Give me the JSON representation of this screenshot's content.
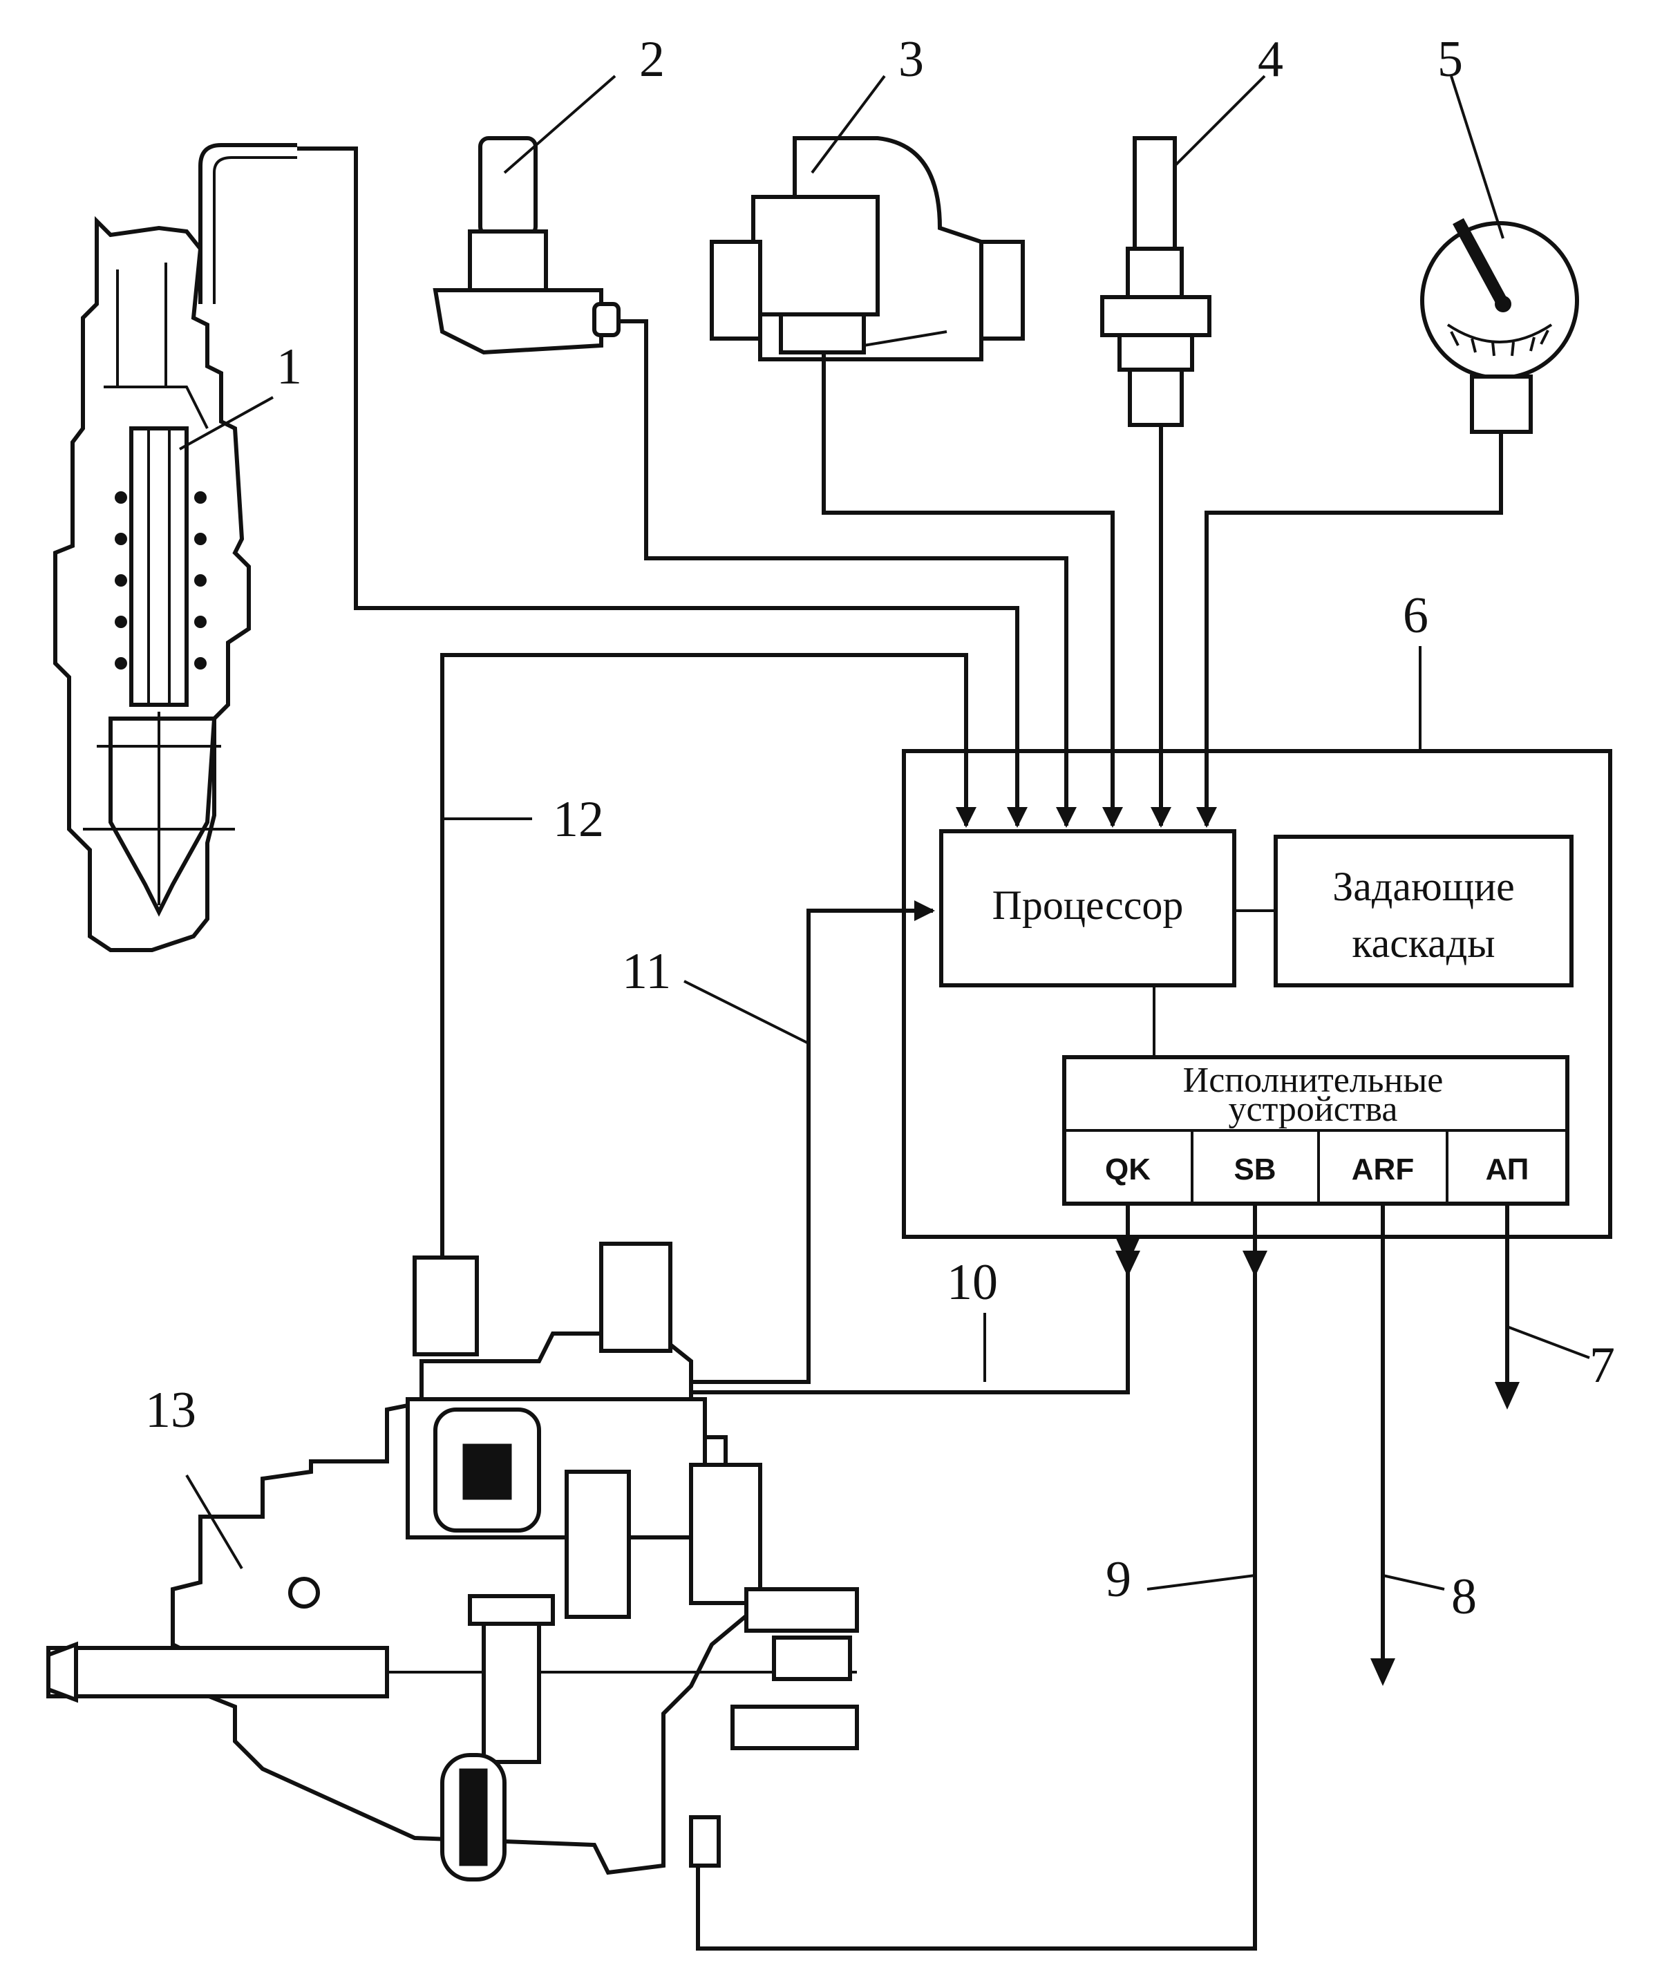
{
  "callouts": {
    "n1": "1",
    "n2": "2",
    "n3": "3",
    "n4": "4",
    "n5": "5",
    "n6": "6",
    "n7": "7",
    "n8": "8",
    "n9": "9",
    "n10": "10",
    "n11": "11",
    "n12": "12",
    "n13": "13"
  },
  "control_unit": {
    "processor": "Процессор",
    "drivers_line1": "Задающие",
    "drivers_line2": "каскады",
    "actuators_line1": "Исполнительные",
    "actuators_line2": "устройства",
    "outputs": [
      "QK",
      "SB",
      "ARF",
      "АП"
    ]
  },
  "colors": {
    "line": "#111111",
    "background": "#ffffff"
  }
}
